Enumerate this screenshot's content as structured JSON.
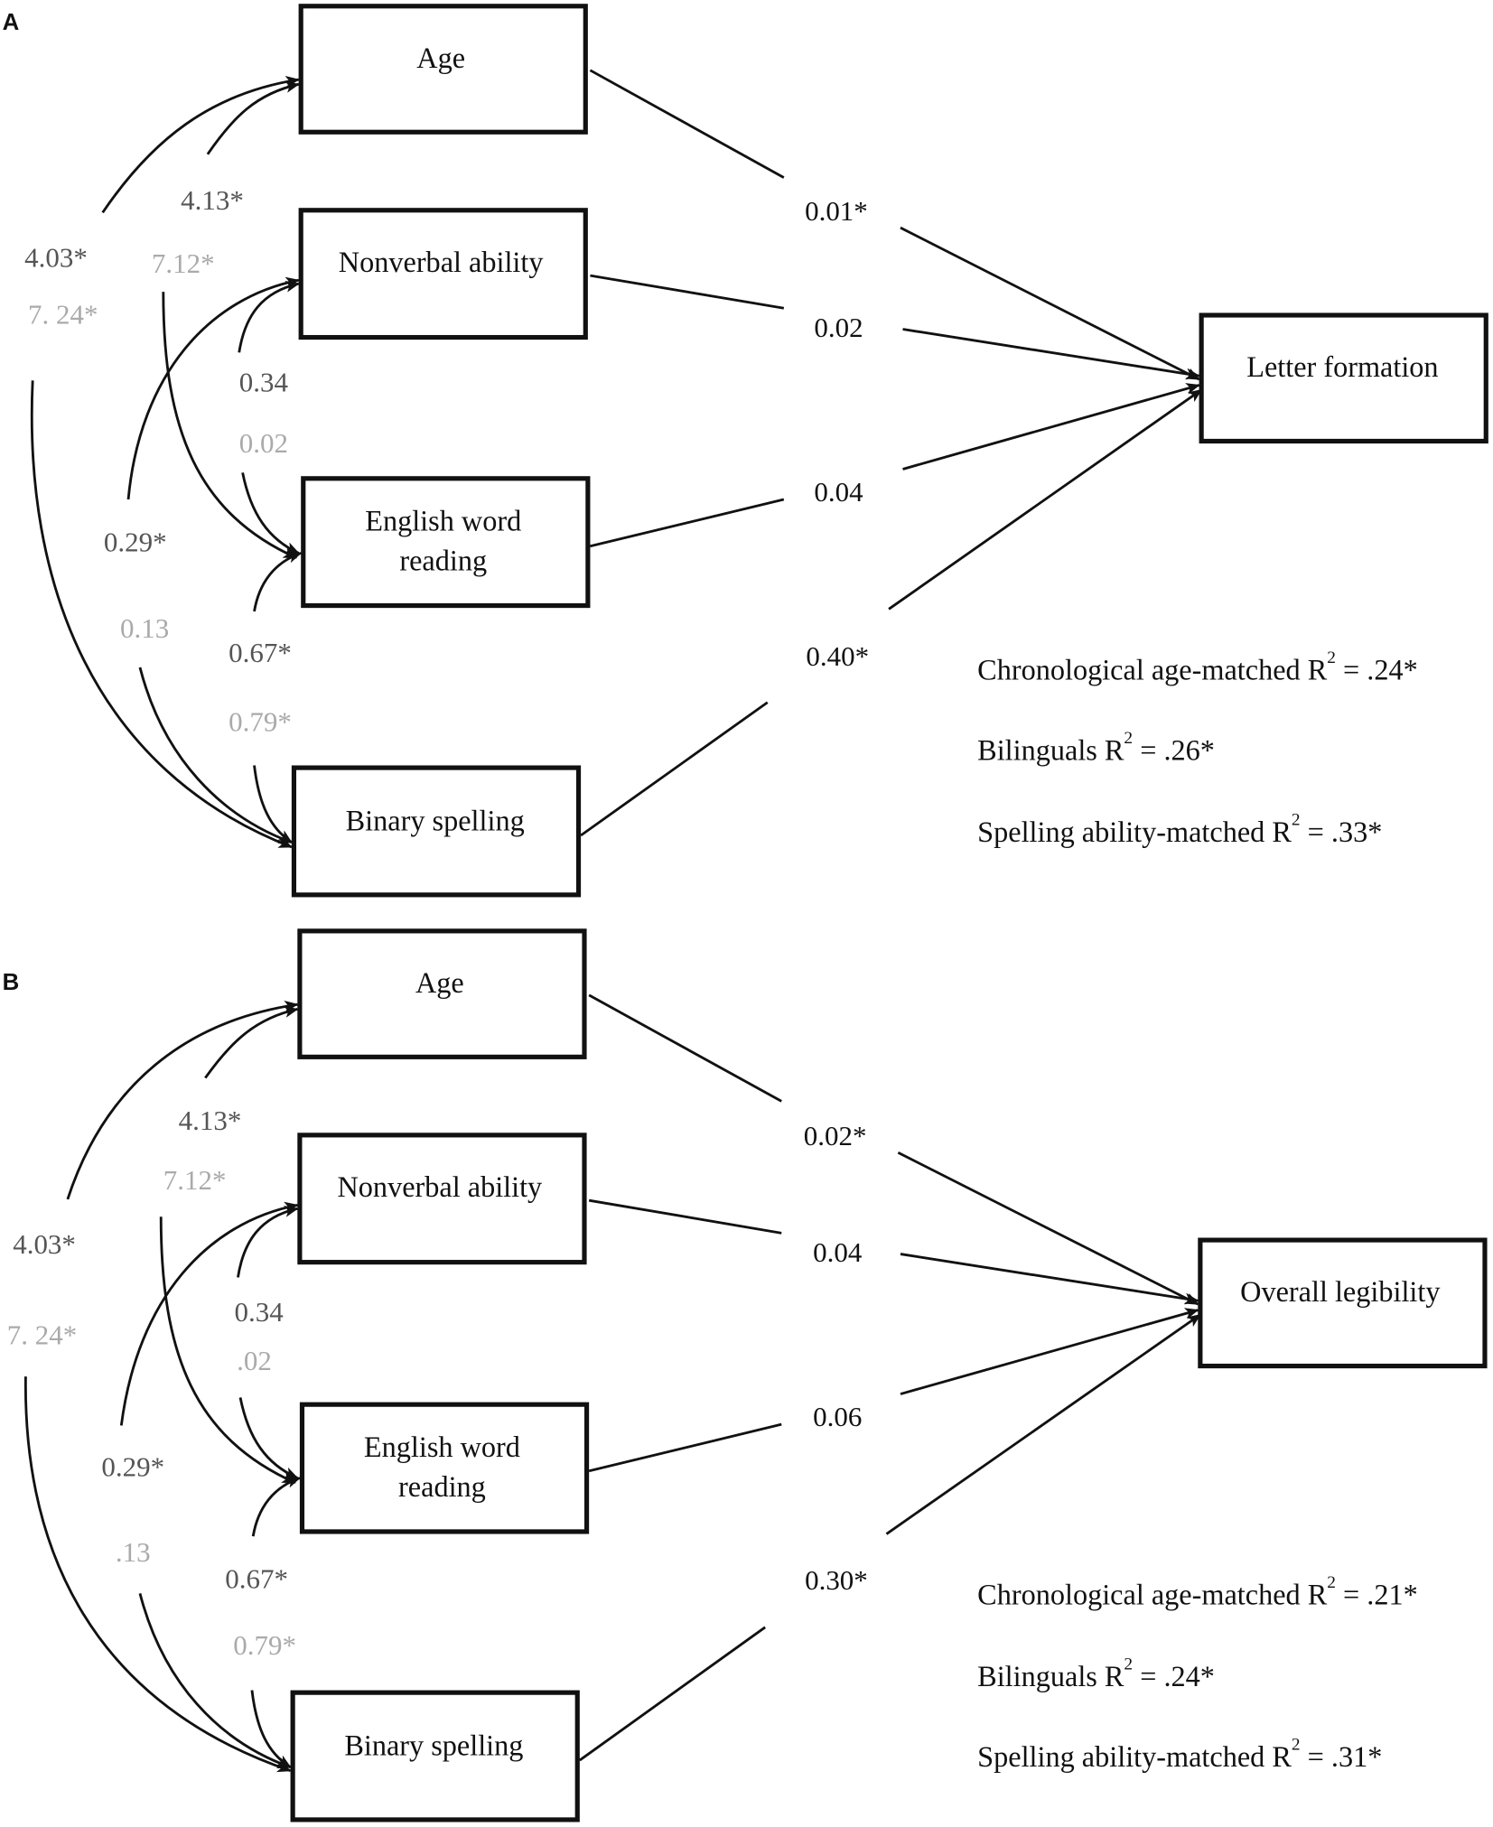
{
  "colors": {
    "line": "#111111",
    "box": "#111111",
    "label_dark": "#555555",
    "label_light": "#aaaaaa",
    "text": "#111111"
  },
  "panels": [
    {
      "panel_label": "A",
      "predictors": {
        "age": "Age",
        "nonverbal": "Nonverbal ability",
        "reading_line1": "English word",
        "reading_line2": "reading",
        "spelling": "Binary spelling"
      },
      "outcome": "Letter formation",
      "paths": {
        "age": "0.01*",
        "nonverbal": "0.02",
        "reading": "0.04",
        "spelling": "0.40*"
      },
      "covariances": {
        "age_spelling_dark": "4.03*",
        "age_spelling_light": "7. 24*",
        "age_reading_dark": "4.13*",
        "age_reading_light": "7.12*",
        "nonverbal_reading_dark": "0.34",
        "nonverbal_reading_light": "0.02",
        "nonverbal_spelling_dark": "0.29*",
        "nonverbal_spelling_light": "0.13",
        "reading_spelling_dark": "0.67*",
        "reading_spelling_light": "0.79*"
      },
      "r2": [
        {
          "label": "Chronological age-matched R",
          "sup": "2",
          "value": " = .24*"
        },
        {
          "label": "Bilinguals R",
          "sup": "2",
          "value": " = .26*"
        },
        {
          "label": "Spelling ability-matched R",
          "sup": "2",
          "value": " = .33*"
        }
      ]
    },
    {
      "panel_label": "B",
      "predictors": {
        "age": "Age",
        "nonverbal": "Nonverbal ability",
        "reading_line1": "English word",
        "reading_line2": "reading",
        "spelling": "Binary spelling"
      },
      "outcome": "Overall legibility",
      "paths": {
        "age": "0.02*",
        "nonverbal": "0.04",
        "reading": "0.06",
        "spelling": "0.30*"
      },
      "covariances": {
        "age_spelling_dark": "4.03*",
        "age_spelling_light": "7. 24*",
        "age_reading_dark": "4.13*",
        "age_reading_light": "7.12*",
        "nonverbal_reading_dark": "0.34",
        "nonverbal_reading_light": ".02",
        "nonverbal_spelling_dark": "0.29*",
        "nonverbal_spelling_light": ".13",
        "reading_spelling_dark": "0.67*",
        "reading_spelling_light": "0.79*"
      },
      "r2": [
        {
          "label": "Chronological age-matched R",
          "sup": "2",
          "value": " = .21*"
        },
        {
          "label": "Bilinguals R",
          "sup": "2",
          "value": " = .24*"
        },
        {
          "label": "Spelling ability-matched R",
          "sup": "2",
          "value": " = .31*"
        }
      ]
    }
  ]
}
